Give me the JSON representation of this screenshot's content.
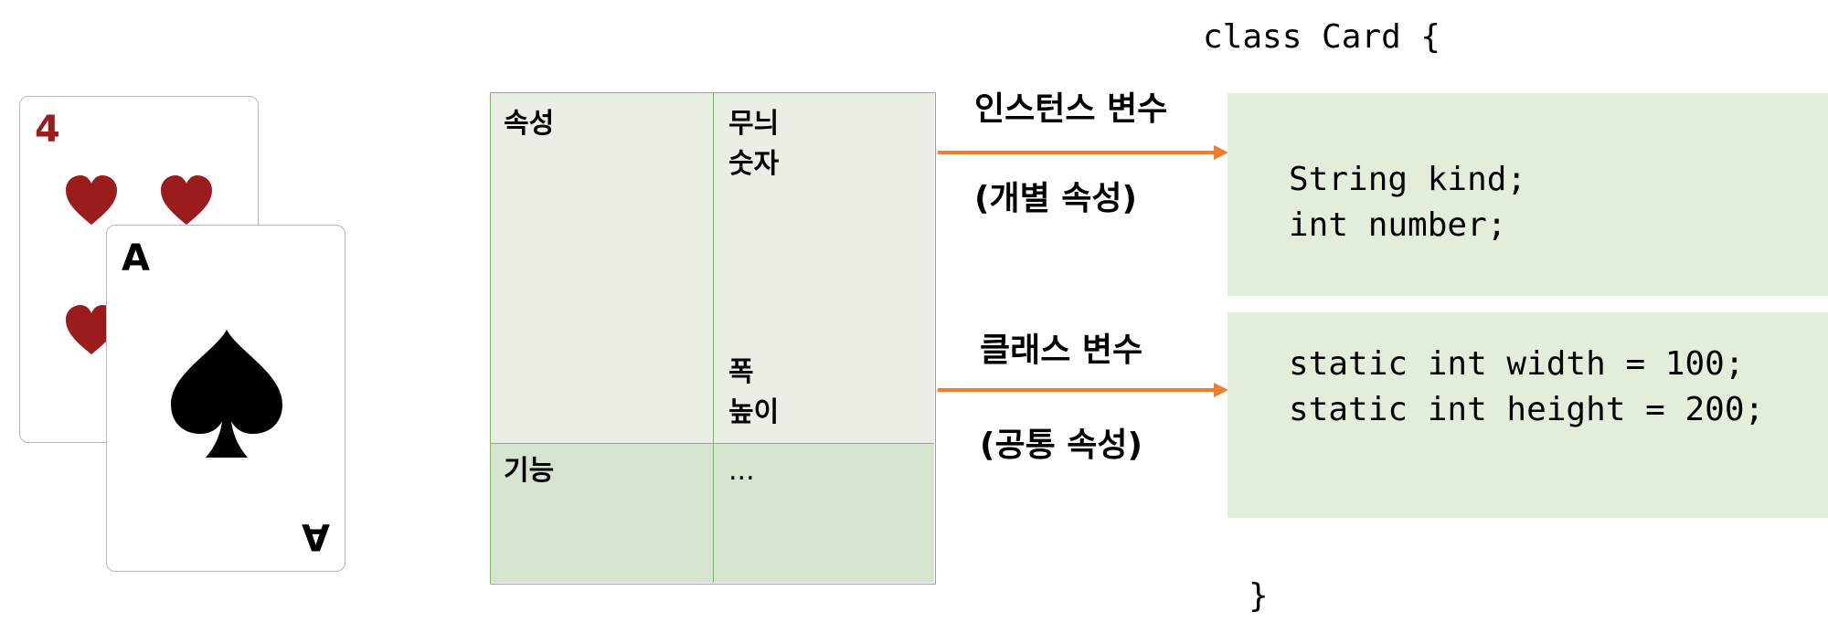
{
  "code": {
    "open_line": "class Card {",
    "instance_fields": [
      "String kind;",
      "int number;"
    ],
    "static_fields": [
      "static int width = 100;",
      "static int height = 200;"
    ],
    "close_line": "}"
  },
  "table": {
    "attribute_label": "속성",
    "attribute_items_top": [
      "무늬",
      "숫자"
    ],
    "attribute_items_bottom": [
      "폭",
      "높이"
    ],
    "function_label": "기능",
    "function_value": "..."
  },
  "arrows": {
    "instance": {
      "title": "인스턴스 변수",
      "subtitle": "(개별 속성)",
      "color": "#ed7d31"
    },
    "class": {
      "title": "클래스 변수",
      "subtitle": "(공통 속성)",
      "color": "#ed7d31"
    }
  },
  "cards": {
    "back": {
      "rank": "4",
      "suit": "heart-icon",
      "color": "#9b1c1c"
    },
    "front": {
      "rank": "A",
      "suit": "spade-icon",
      "color": "#000000"
    }
  },
  "colors": {
    "table_border": "#7fb86c",
    "attr_fill": "#e9efe4",
    "func_fill": "#d6e3ce",
    "code_box_fill": "#e2eed9"
  }
}
